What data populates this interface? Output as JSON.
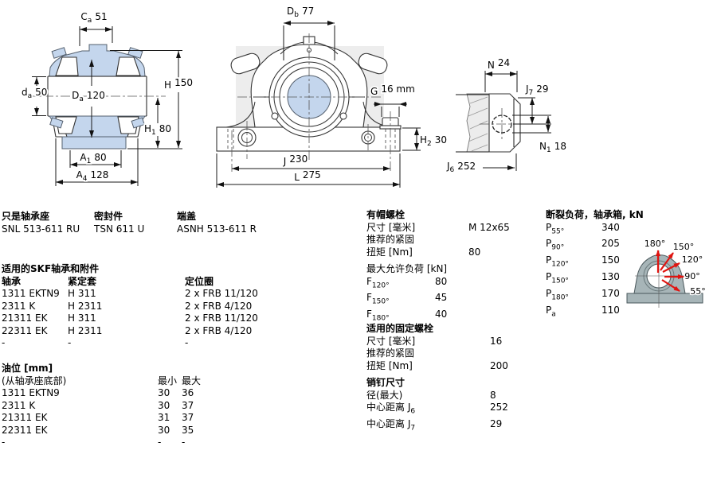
{
  "colors": {
    "drawing_blue": "#c4d6ed",
    "hatch_grey": "#ededed",
    "housing_grey": "#a7b5b8",
    "arrow_red": "#e01410",
    "line_black": "#1a1a1a"
  },
  "drawings": {
    "front_section": {
      "dims": {
        "ca": {
          "sym": "C",
          "sub": "a",
          "val": "51"
        },
        "da": {
          "sym": "d",
          "sub": "a",
          "val": "50"
        },
        "Da": {
          "sym": "D",
          "sub": "a",
          "val": "120"
        },
        "H": {
          "sym": "H",
          "sub": "",
          "val": "150"
        },
        "H1": {
          "sym": "H",
          "sub": "1",
          "val": "80"
        },
        "A1": {
          "sym": "A",
          "sub": "1",
          "val": "80"
        },
        "A4": {
          "sym": "A",
          "sub": "4",
          "val": "128"
        }
      }
    },
    "front_view": {
      "dims": {
        "Db": {
          "sym": "D",
          "sub": "b",
          "val": "77"
        },
        "G": {
          "sym": "G",
          "sub": "",
          "val": "16 mm"
        },
        "H2": {
          "sym": "H",
          "sub": "2",
          "val": "30"
        },
        "J": {
          "sym": "J",
          "sub": "",
          "val": "230"
        },
        "L": {
          "sym": "L",
          "sub": "",
          "val": "275"
        }
      }
    },
    "side_foot": {
      "dims": {
        "N": {
          "sym": "N",
          "sub": "",
          "val": "24"
        },
        "J7": {
          "sym": "J",
          "sub": "7",
          "val": "29"
        },
        "N1": {
          "sym": "N",
          "sub": "1",
          "val": "18"
        },
        "J6": {
          "sym": "J",
          "sub": "6",
          "val": "252"
        }
      }
    },
    "load_direction": {
      "labels": [
        "180°",
        "150°",
        "120°",
        "90°",
        "55°"
      ]
    }
  },
  "parts": {
    "housing_label": "只是轴承座",
    "housing_value": "SNL 513-611 RU",
    "seal_label": "密封件",
    "seal_value": "TSN 611 U",
    "cover_label": "端盖",
    "cover_value": "ASNH 513-611 R"
  },
  "bearings": {
    "title": "适用的SKF轴承和附件",
    "col_bearing": "轴承",
    "col_sleeve": "紧定套",
    "col_ring": "定位圈",
    "rows": [
      {
        "bearing": "1311 EKTN9",
        "sleeve": "H 311",
        "ring": "2 x FRB 11/120"
      },
      {
        "bearing": "2311 K",
        "sleeve": "H 2311",
        "ring": "2 x FRB 4/120"
      },
      {
        "bearing": "21311 EK",
        "sleeve": "H 311",
        "ring": "2 x FRB 11/120"
      },
      {
        "bearing": "22311 EK",
        "sleeve": "H 2311",
        "ring": "2 x FRB 4/120"
      },
      {
        "bearing": "-",
        "sleeve": "-",
        "ring": "-"
      }
    ]
  },
  "oil": {
    "title": "油位 [mm]",
    "subtitle": "(从轴承座底部)",
    "col_min": "最小",
    "col_max": "最大",
    "rows": [
      {
        "name": "1311 EKTN9",
        "min": "30",
        "max": "36"
      },
      {
        "name": "2311 K",
        "min": "30",
        "max": "37"
      },
      {
        "name": "21311 EK",
        "min": "31",
        "max": "37"
      },
      {
        "name": "22311 EK",
        "min": "30",
        "max": "35"
      },
      {
        "name": "-",
        "min": "-",
        "max": "-"
      }
    ]
  },
  "cap_bolts": {
    "title": "有帽螺栓",
    "size_label": "尺寸 [毫米]",
    "size_value": "M 12x65",
    "tightening_label": "推荐的紧固",
    "torque_label": "扭矩 [Nm]",
    "torque_value": "80",
    "max_load_title": "最大允许负荷 [kN]",
    "rows": [
      {
        "sym": "F",
        "sub": "120°",
        "val": "80"
      },
      {
        "sym": "F",
        "sub": "150°",
        "val": "45"
      },
      {
        "sym": "F",
        "sub": "180°",
        "val": "40"
      }
    ]
  },
  "attachment_bolts": {
    "title": "适用的固定螺栓",
    "size_label": "尺寸 [毫米]",
    "size_value": "16",
    "tightening_label": "推荐的紧固",
    "torque_label": "扭矩 [Nm]",
    "torque_value": "200"
  },
  "pins": {
    "title": "销钉尺寸",
    "dia_label": "径(最大)",
    "dia_value": "8",
    "j6_label": "中心距离 J",
    "j6_sub": "6",
    "j6_value": "252",
    "j7_label": "中心距离 J",
    "j7_sub": "7",
    "j7_value": "29"
  },
  "breaking_loads": {
    "title": "断裂负荷，轴承箱, kN",
    "rows": [
      {
        "sym": "P",
        "sub": "55°",
        "val": "340"
      },
      {
        "sym": "P",
        "sub": "90°",
        "val": "205"
      },
      {
        "sym": "P",
        "sub": "120°",
        "val": "150"
      },
      {
        "sym": "P",
        "sub": "150°",
        "val": "130"
      },
      {
        "sym": "P",
        "sub": "180°",
        "val": "170"
      },
      {
        "sym": "P",
        "sub": "a",
        "val": "110"
      }
    ]
  }
}
